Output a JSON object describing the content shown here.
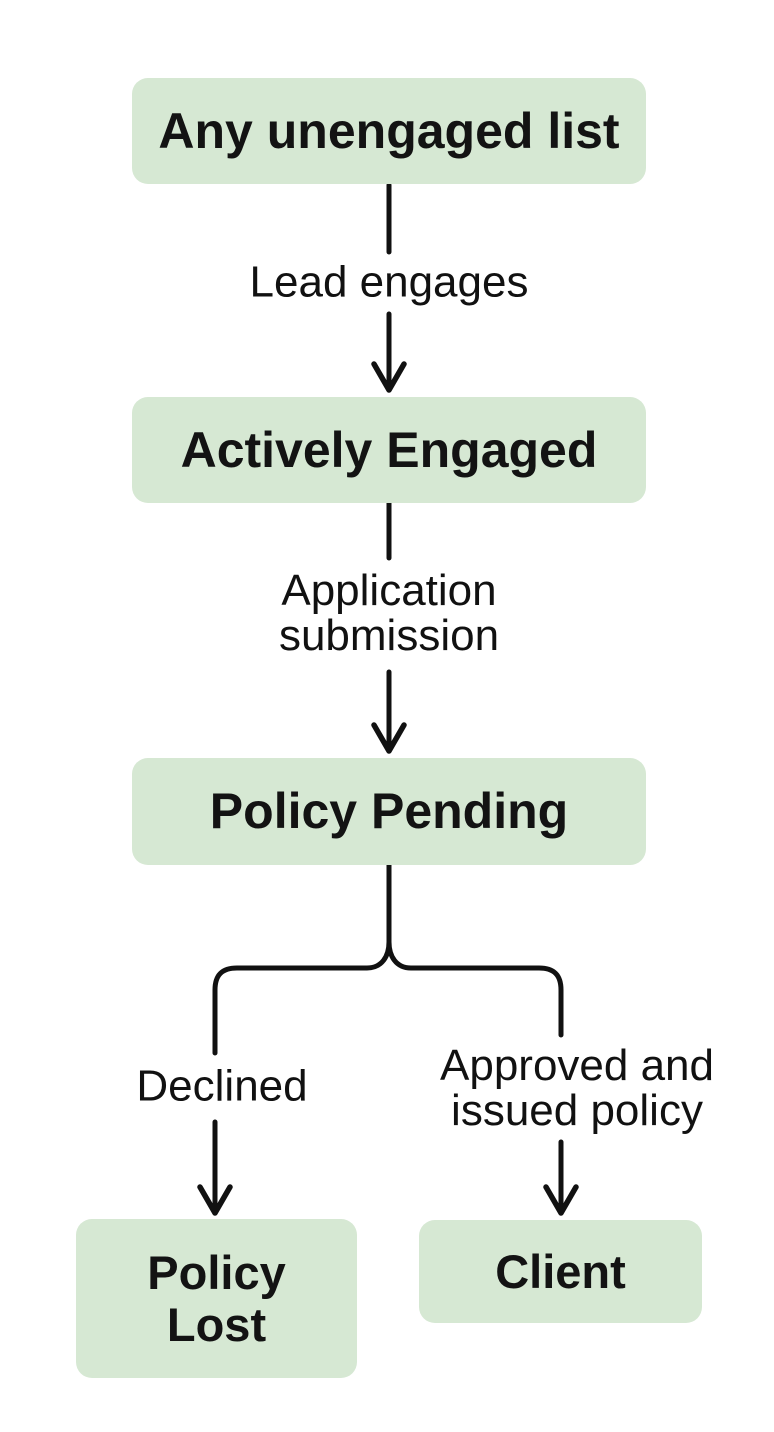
{
  "diagram": {
    "type": "flowchart",
    "background_color": "#ffffff",
    "node_fill_color": "#d6e8d3",
    "line_color": "#111111",
    "text_color": "#131313",
    "nodes": [
      {
        "id": "any-unengaged-list",
        "label": "Any unengaged list"
      },
      {
        "id": "actively-engaged",
        "label": "Actively Engaged"
      },
      {
        "id": "policy-pending",
        "label": "Policy Pending"
      },
      {
        "id": "policy-lost",
        "label": "Policy Lost"
      },
      {
        "id": "client",
        "label": "Client"
      }
    ],
    "edges": [
      {
        "from": "any-unengaged-list",
        "to": "actively-engaged",
        "label": "Lead engages"
      },
      {
        "from": "actively-engaged",
        "to": "policy-pending",
        "label": "Application submission"
      },
      {
        "from": "policy-pending",
        "to": "policy-lost",
        "label": "Declined"
      },
      {
        "from": "policy-pending",
        "to": "client",
        "label": "Approved and issued policy"
      }
    ]
  }
}
